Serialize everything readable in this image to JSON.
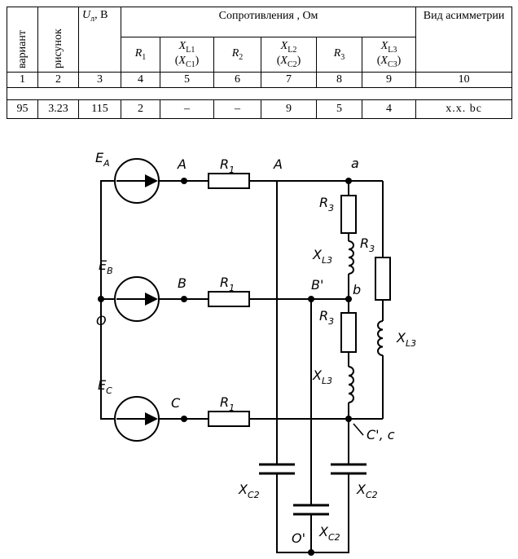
{
  "table": {
    "col_variant": "вариант",
    "col_figure": "рисунок",
    "col_voltage_symbol": "U",
    "col_voltage_sub": "л",
    "col_voltage_unit": ", В",
    "resistances_header": "Сопротивления , Ом",
    "asymmetry_header": "Вид асимметрии",
    "sub_headers": [
      {
        "main": "R",
        "sub": "1",
        "alt": "",
        "alt_sub": ""
      },
      {
        "main": "X",
        "sub": "L1",
        "alt": "X",
        "alt_sub": "C1"
      },
      {
        "main": "R",
        "sub": "2",
        "alt": "",
        "alt_sub": ""
      },
      {
        "main": "X",
        "sub": "L2",
        "alt": "X",
        "alt_sub": "C2"
      },
      {
        "main": "R",
        "sub": "3",
        "alt": "",
        "alt_sub": ""
      },
      {
        "main": "X",
        "sub": "L3",
        "alt": "X",
        "alt_sub": "C3"
      }
    ],
    "column_numbers": [
      "1",
      "2",
      "3",
      "4",
      "5",
      "6",
      "7",
      "8",
      "9",
      "10"
    ],
    "row": {
      "variant": "95",
      "figure": "3.23",
      "voltage": "115",
      "R1": "2",
      "XL1": "–",
      "R2": "–",
      "XL2": "9",
      "R3": "5",
      "XL3": "4",
      "asymmetry": "х.х. bc"
    }
  },
  "circuit": {
    "labels": {
      "EA": "E",
      "EA_sub": "A",
      "EB": "E",
      "EB_sub": "B",
      "EC": "E",
      "EC_sub": "C",
      "A": "A",
      "B": "B",
      "C": "C",
      "O": "O",
      "A_node": "A",
      "a_node": "a",
      "b_node": "b",
      "B_prime": "B'",
      "C_prime": "C', c",
      "O_prime": "O'",
      "R1_A": "R",
      "R1_B": "R",
      "R1_C": "R",
      "R1_sub": "1",
      "R3_ab": "R",
      "R3_bc": "R",
      "R3_ac": "R",
      "R3_sub": "3",
      "XL3_ab": "X",
      "XL3_bc": "X",
      "XL3_ac": "X",
      "XL3_sub": "L3",
      "XC2_1": "X",
      "XC2_2": "X",
      "XC2_3": "X",
      "XC2_sub": "C2"
    }
  }
}
